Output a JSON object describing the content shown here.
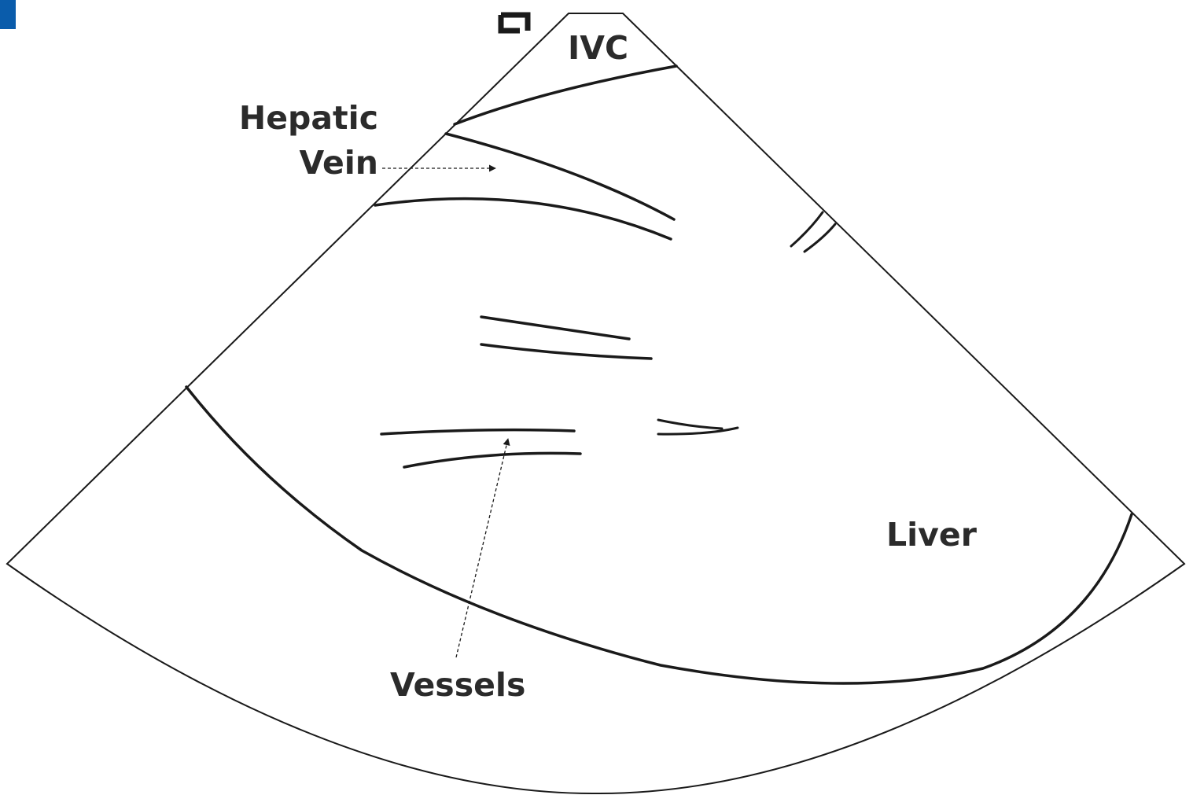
{
  "diagram": {
    "colors": {
      "ink": "#1a1a1a",
      "label": "#2b2b2b",
      "corner_mark": "#0a5cab"
    },
    "labels": {
      "ivc": "IVC",
      "hepatic_line1": "Hepatic",
      "hepatic_line2": "Vein",
      "liver": "Liver",
      "vessels": "Vessels"
    },
    "icons": [
      "probe-orientation-marker-icon"
    ]
  }
}
